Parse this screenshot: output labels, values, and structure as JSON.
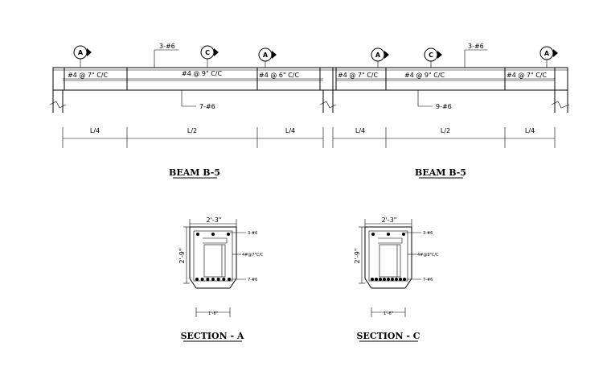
{
  "beams": [
    {
      "title": "BEAM B-5",
      "top_bars": "3-#6",
      "bottom_bars": "7-#6",
      "stirrups": [
        "#4 @ 7\" C/C",
        "#4 @ 9\" C/C",
        "#4 @ 6\" C/C"
      ],
      "spans": [
        "L/4",
        "L/2",
        "L/4"
      ],
      "section_marks": [
        "A",
        "C",
        "A"
      ]
    },
    {
      "title": "BEAM B-5",
      "top_bars": "3-#6",
      "bottom_bars": "9-#6",
      "stirrups": [
        "#4 @ 7\" C/C",
        "#4 @ 9\" C/C",
        "#4 @ 7\" C/C"
      ],
      "spans": [
        "L/4",
        "L/2",
        "L/4"
      ],
      "section_marks": [
        "A",
        "C",
        "A"
      ]
    }
  ],
  "sections": [
    {
      "title": "SECTION - A",
      "width": "2'-3\"",
      "depth": "2'-9\"",
      "web_width": "1'-6\"",
      "top_bars": "3-#6",
      "stirrups": "4#@7\"C/C",
      "bottom_bars": "7-#6",
      "bottom_bar_count": 7
    },
    {
      "title": "SECTION - C",
      "width": "2'-3\"",
      "depth": "2'-9\"",
      "web_width": "1'-6\"",
      "top_bars": "3-#6",
      "stirrups": "4#@9\"C/C",
      "bottom_bars": "7-#6",
      "bottom_bar_count": 9
    }
  ]
}
